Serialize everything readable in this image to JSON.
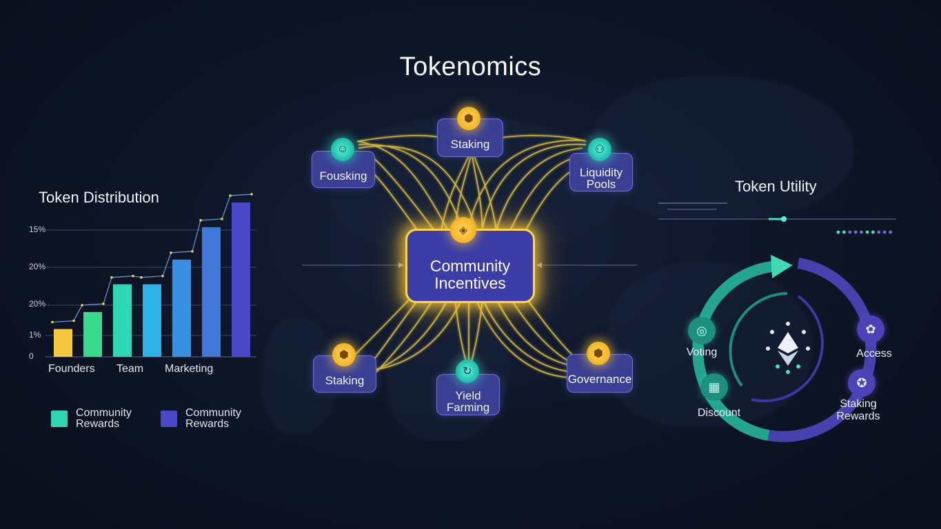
{
  "title": "Tokenomics",
  "token_distribution": {
    "title": "Token Distribution",
    "y_tick_labels": [
      "15%",
      "20%",
      "20%",
      "1%",
      "0"
    ],
    "x_tick_labels": [
      "Founders",
      "Team",
      "Marketing"
    ],
    "legend": [
      {
        "label_line1": "Community",
        "label_line2": "Rewards",
        "color": "#2fd6b4"
      },
      {
        "label_line1": "Community",
        "label_line2": "Rewards",
        "color": "#4a48c8"
      }
    ]
  },
  "chart_data": {
    "type": "bar",
    "bar_count": 7,
    "relative_values": [
      0.18,
      0.29,
      0.47,
      0.47,
      0.63,
      0.84,
      1.0
    ],
    "bar_colors": [
      "#f5c842",
      "#38d98a",
      "#2fd6b4",
      "#2fb0e6",
      "#3a8fe0",
      "#3f78d6",
      "#4a48c8"
    ],
    "trend_line": true,
    "grid": "horizontal"
  },
  "incentives_diagram": {
    "center": {
      "line1": "Community",
      "line2": "Incentives"
    },
    "nodes": [
      {
        "id": "staking_top",
        "label": "Staking",
        "icon": "token-icon"
      },
      {
        "id": "fousking",
        "label": "Fousking",
        "icon": "person-icon"
      },
      {
        "id": "liquidity",
        "line1": "Liquidity",
        "line2": "Pools",
        "icon": "users-icon"
      },
      {
        "id": "staking_bottom",
        "label": "Staking",
        "icon": "token-icon"
      },
      {
        "id": "yield",
        "line1": "Yield",
        "line2": "Farming",
        "icon": "refresh-icon"
      },
      {
        "id": "governance",
        "label": "Governance",
        "icon": "token-icon"
      }
    ]
  },
  "token_utility": {
    "title": "Token Utility",
    "items": [
      {
        "label": "Voting",
        "icon": "vote-icon"
      },
      {
        "label": "Access",
        "icon": "access-icon"
      },
      {
        "label": "Discount",
        "icon": "discount-icon"
      },
      {
        "line1": "Staking",
        "line2": "Rewards",
        "icon": "badge-icon"
      }
    ],
    "center_icon": "ethereum-icon",
    "colors": {
      "teal": "#26c7a3",
      "purple": "#4a43b4"
    }
  }
}
